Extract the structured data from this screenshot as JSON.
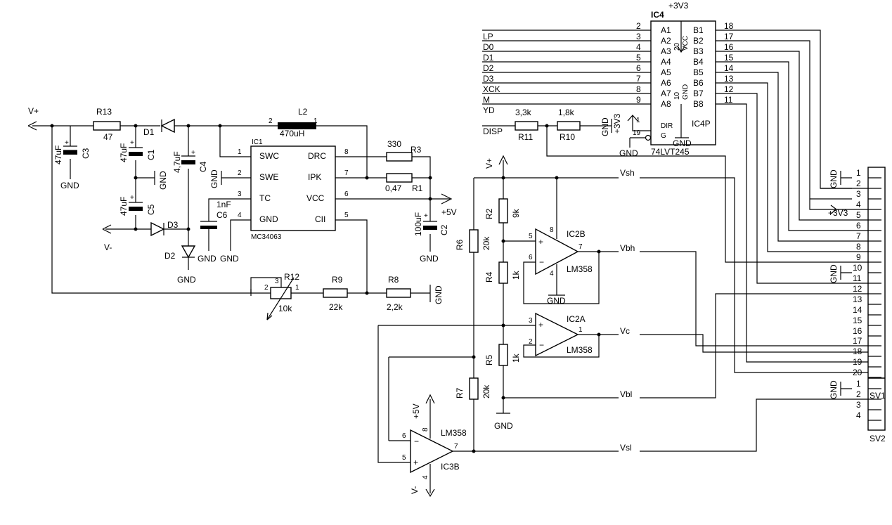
{
  "rails": {
    "vplus": "V+",
    "vminus": "V-",
    "plus5v": "+5V",
    "plus3v3": "+3V3",
    "gnd": "GND"
  },
  "parts": {
    "R13": {
      "ref": "R13",
      "val": "47"
    },
    "R3": {
      "ref": "R3",
      "val": "330"
    },
    "R1": {
      "ref": "R1",
      "val": "0,47"
    },
    "R2": {
      "ref": "R2",
      "val": "9k"
    },
    "R4": {
      "ref": "R4",
      "val": "1k"
    },
    "R5": {
      "ref": "R5",
      "val": "1k"
    },
    "R6": {
      "ref": "R6",
      "val": "20k"
    },
    "R7": {
      "ref": "R7",
      "val": "20k"
    },
    "R8": {
      "ref": "R8",
      "val": "2,2k"
    },
    "R9": {
      "ref": "R9",
      "val": "22k"
    },
    "R10": {
      "ref": "R10",
      "val": "1,8k"
    },
    "R11": {
      "ref": "R11",
      "val": "3,3k"
    },
    "R12": {
      "ref": "R12",
      "val": "10k"
    },
    "C1": {
      "ref": "C1",
      "val": "47uF"
    },
    "C2": {
      "ref": "C2",
      "val": "100uF"
    },
    "C3": {
      "ref": "C3",
      "val": "47uF"
    },
    "C4": {
      "ref": "C4",
      "val": "4,7uF"
    },
    "C5": {
      "ref": "C5",
      "val": "47uF"
    },
    "C6": {
      "ref": "C6",
      "val": "1nF"
    },
    "L2": {
      "ref": "L2",
      "val": "470uH"
    },
    "D1": "D1",
    "D2": "D2",
    "D3": "D3"
  },
  "ic1": {
    "ref": "IC1",
    "name": "MC34063",
    "pins_left": [
      {
        "num": "1",
        "name": "SWC"
      },
      {
        "num": "2",
        "name": "SWE"
      },
      {
        "num": "3",
        "name": "TC"
      },
      {
        "num": "4",
        "name": "GND"
      }
    ],
    "pins_right": [
      {
        "num": "8",
        "name": "DRC"
      },
      {
        "num": "7",
        "name": "IPK"
      },
      {
        "num": "6",
        "name": "VCC"
      },
      {
        "num": "5",
        "name": "CII"
      }
    ]
  },
  "ic4": {
    "ref": "IC4",
    "name": "74LVT245",
    "gate": "IC4P",
    "pins_a": [
      {
        "num": "2",
        "name": "A1"
      },
      {
        "num": "3",
        "name": "A2"
      },
      {
        "num": "4",
        "name": "A3"
      },
      {
        "num": "5",
        "name": "A4"
      },
      {
        "num": "6",
        "name": "A5"
      },
      {
        "num": "7",
        "name": "A6"
      },
      {
        "num": "8",
        "name": "A7"
      },
      {
        "num": "9",
        "name": "A8"
      }
    ],
    "pins_b": [
      {
        "num": "18",
        "name": "B1"
      },
      {
        "num": "17",
        "name": "B2"
      },
      {
        "num": "16",
        "name": "B3"
      },
      {
        "num": "15",
        "name": "B4"
      },
      {
        "num": "14",
        "name": "B5"
      },
      {
        "num": "13",
        "name": "B6"
      },
      {
        "num": "12",
        "name": "B7"
      },
      {
        "num": "11",
        "name": "B8"
      }
    ],
    "dir": {
      "num": "1",
      "name": "DIR"
    },
    "g": {
      "num": "19",
      "name": "G"
    },
    "vcc": {
      "num": "20",
      "name": "VCC"
    },
    "gndpin": {
      "num": "10",
      "name": "GND"
    }
  },
  "signals": [
    "LP",
    "D0",
    "D1",
    "D2",
    "D3",
    "XCK",
    "M",
    "YD",
    "DISP"
  ],
  "opamps": {
    "ic2b": {
      "ref": "IC2B",
      "type": "LM358",
      "p1": "5",
      "p2": "6",
      "po": "7",
      "pv": "8",
      "pg": "4"
    },
    "ic2a": {
      "ref": "IC2A",
      "type": "LM358",
      "p1": "3",
      "p2": "2",
      "po": "1"
    },
    "ic3b": {
      "ref": "IC3B",
      "type": "LM358",
      "p1": "6",
      "p2": "5",
      "po": "7",
      "pv": "8",
      "pg": "4"
    }
  },
  "nets": {
    "vsh": "Vsh",
    "vbh": "Vbh",
    "vc": "Vc",
    "vbl": "Vbl",
    "vsl": "Vsl"
  },
  "sv2": {
    "ref": "SV2",
    "pins": [
      "1",
      "2",
      "3",
      "4",
      "5",
      "6",
      "7",
      "8",
      "9",
      "10",
      "11",
      "12",
      "13",
      "14",
      "15",
      "16",
      "17",
      "18",
      "19",
      "20"
    ]
  },
  "sv1": {
    "ref": "SV1",
    "pins": [
      "1",
      "2",
      "3",
      "4"
    ]
  },
  "r12_pins": [
    "2",
    "3",
    "1"
  ],
  "l2_pins": [
    "2",
    "1"
  ]
}
